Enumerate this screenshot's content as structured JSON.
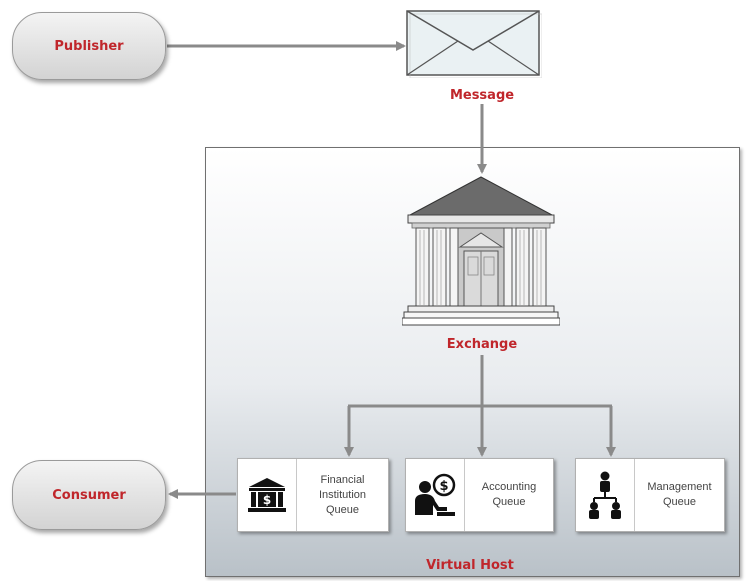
{
  "publisher": {
    "label": "Publisher"
  },
  "message": {
    "label": "Message"
  },
  "exchange": {
    "label": "Exchange"
  },
  "consumer": {
    "label": "Consumer"
  },
  "virtual_host": {
    "label": "Virtual Host"
  },
  "queues": [
    {
      "label": "Financial\nInstitution\nQueue",
      "icon": "bank-icon"
    },
    {
      "label": "Accounting\nQueue",
      "icon": "accountant-icon"
    },
    {
      "label": "Management\nQueue",
      "icon": "org-chart-icon"
    }
  ],
  "colors": {
    "label_red": "#c0262b",
    "connector": "#8a8a8a"
  }
}
